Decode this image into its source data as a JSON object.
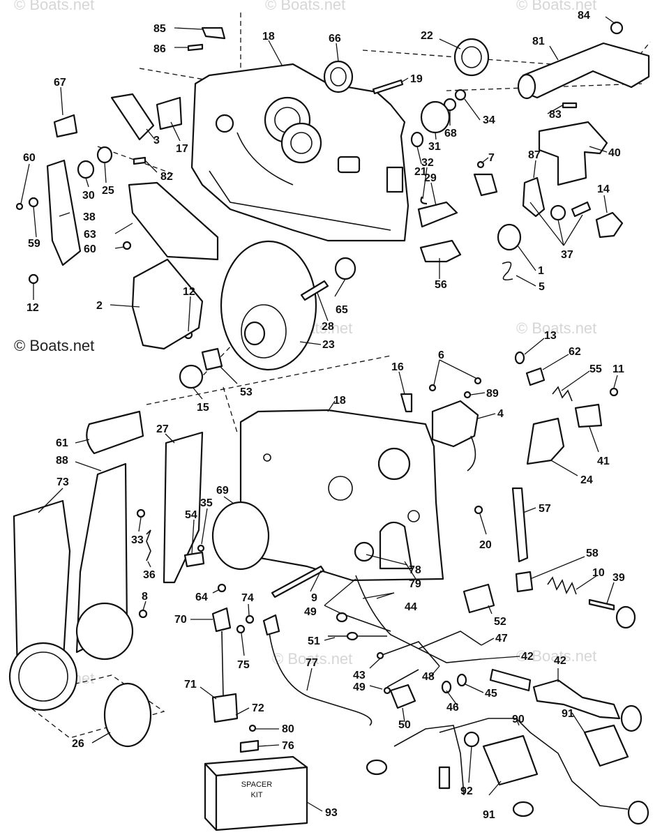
{
  "watermark": {
    "main": "© Boats.net",
    "faint": "© Boats.net"
  },
  "spacer_kit": {
    "line1": "SPACER",
    "line2": "KIT"
  },
  "callouts": [
    "85",
    "86",
    "18",
    "66",
    "22",
    "84",
    "81",
    "67",
    "19",
    "83",
    "34",
    "68",
    "17",
    "3",
    "31",
    "21",
    "7",
    "87",
    "40",
    "60",
    "30",
    "25",
    "82",
    "32",
    "29",
    "14",
    "38",
    "63",
    "37",
    "59",
    "60",
    "1",
    "5",
    "12",
    "56",
    "65",
    "2",
    "12",
    "28",
    "23",
    "13",
    "62",
    "55",
    "11",
    "16",
    "6",
    "89",
    "53",
    "15",
    "18",
    "4",
    "41",
    "24",
    "61",
    "27",
    "88",
    "73",
    "69",
    "35",
    "54",
    "57",
    "20",
    "33",
    "36",
    "79",
    "78",
    "58",
    "10",
    "39",
    "8",
    "64",
    "9",
    "74",
    "49",
    "44",
    "52",
    "70",
    "75",
    "51",
    "47",
    "42",
    "77",
    "43",
    "48",
    "49",
    "46",
    "45",
    "42",
    "71",
    "72",
    "50",
    "90",
    "91",
    "80",
    "76",
    "26",
    "92",
    "91",
    "93"
  ]
}
